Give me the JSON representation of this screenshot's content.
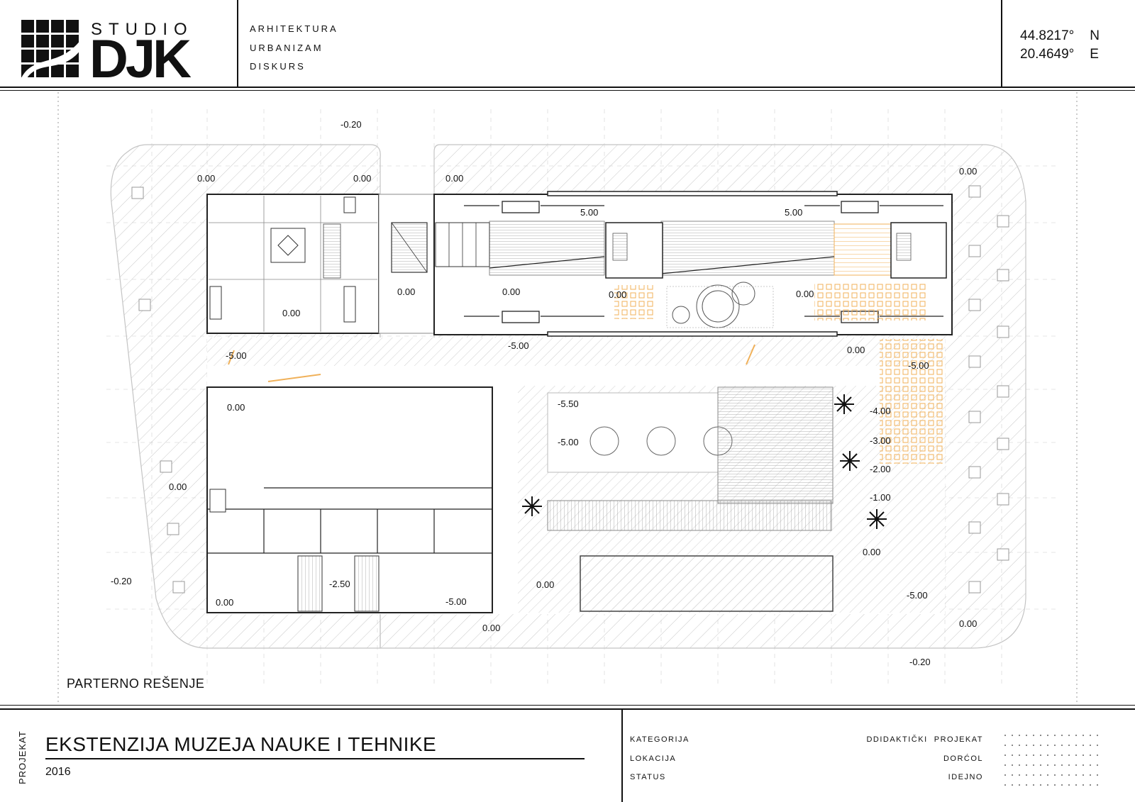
{
  "header": {
    "logo_top": "STUDIO",
    "logo_main": "DJK",
    "disciplines": [
      "ARHITEKTURA",
      "URBANIZAM",
      "DISKURS"
    ],
    "coordinates": [
      {
        "value": "44.8217°",
        "dir": "N"
      },
      {
        "value": "20.4649°",
        "dir": "E"
      }
    ]
  },
  "plan": {
    "title": "PARTERNO REŠENJE",
    "elevations": [
      "-0.20",
      "0.00",
      "0.00",
      "0.00",
      "0.00",
      "5.00",
      "5.00",
      "0.00",
      "0.00",
      "0.00",
      "0.00",
      "0.00",
      "-5.00",
      "-5.00",
      "0.00",
      "-5.00",
      "0.00",
      "-5.50",
      "-4.00",
      "-5.00",
      "-3.00",
      "-2.00",
      "0.00",
      "-1.00",
      "0.00",
      "-0.20",
      "-2.50",
      "0.00",
      "0.00",
      "-5.00",
      "-5.00",
      "0.00",
      "0.00",
      "-0.20"
    ],
    "accent_color": "#f0b15a"
  },
  "footer": {
    "section_label": "PROJEKAT",
    "project_title": "EKSTENZIJA MUZEJA NAUKE I TEHNIKE",
    "year": "2016",
    "meta": [
      {
        "label": "KATEGORIJA",
        "value": "DDIDAKTIČKI  PROJEKAT"
      },
      {
        "label": "LOKACIJA",
        "value": "DORĆOL"
      },
      {
        "label": "STATUS",
        "value": "IDEJNO"
      }
    ]
  }
}
